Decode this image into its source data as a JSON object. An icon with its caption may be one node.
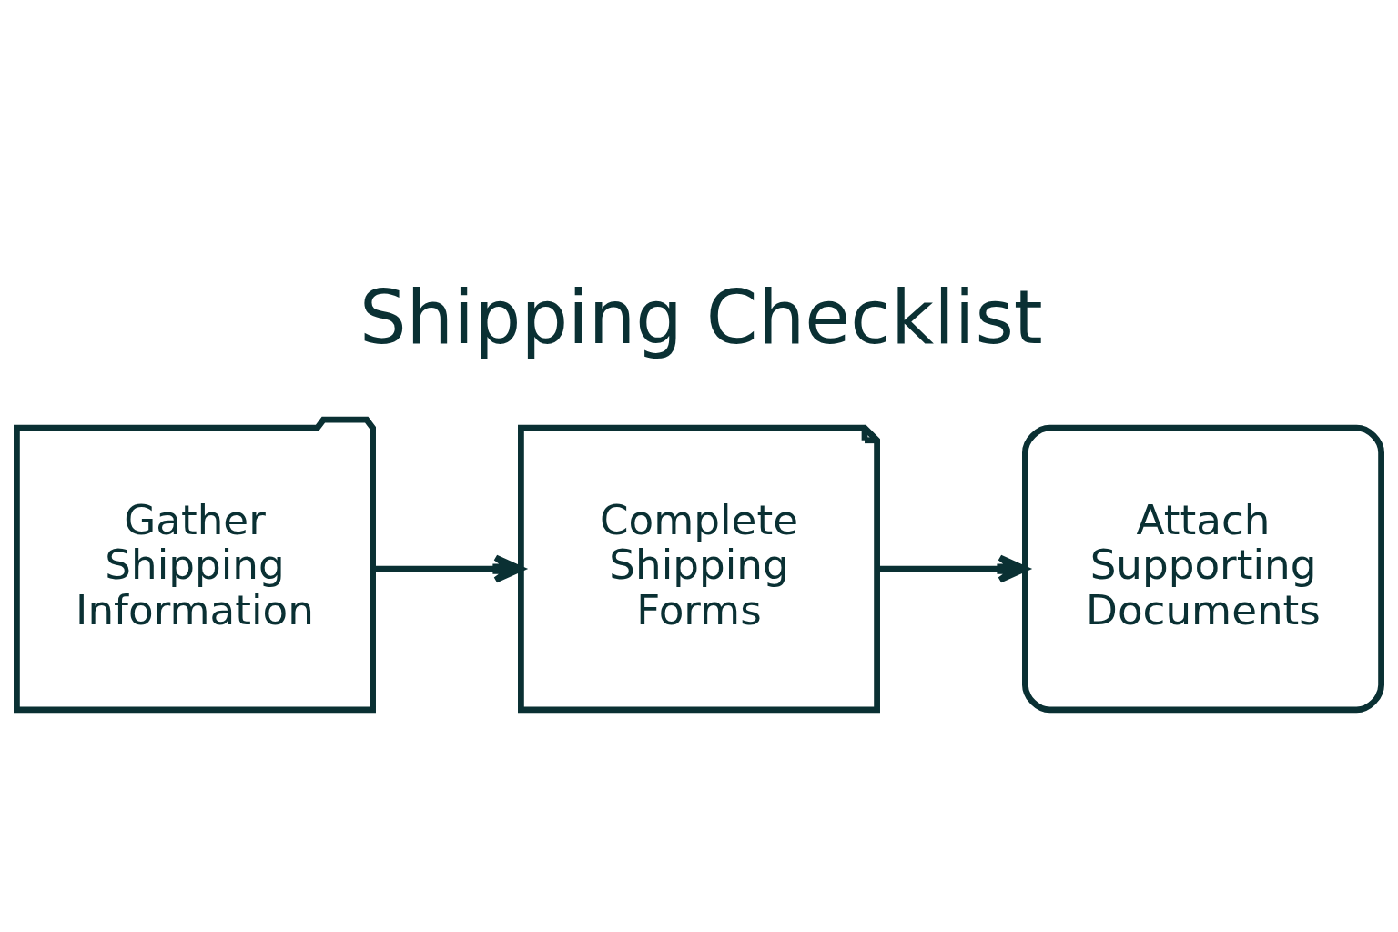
{
  "diagram": {
    "title": "Shipping Checklist",
    "nodes": [
      {
        "text": [
          "Gather Shipping Information"
        ]
      },
      {
        "text": [
          "Complete Shipping Forms"
        ]
      },
      {
        "text": [
          "Attach Supporting Documents"
        ]
      }
    ],
    "edges": [
      {
        "from": 0,
        "to": 1,
        "arrow": "to"
      },
      {
        "from": 1,
        "to": 2,
        "arrow": "to"
      }
    ]
  }
}
